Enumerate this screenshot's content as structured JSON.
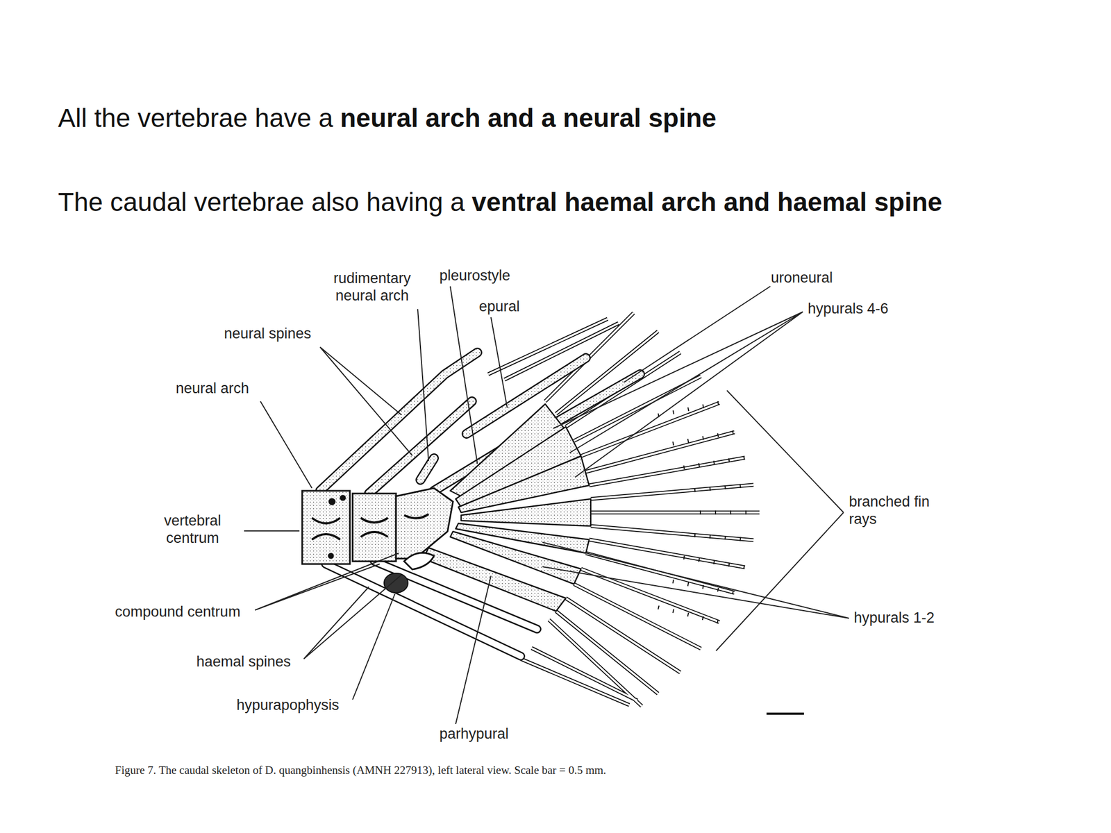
{
  "diagram": {
    "caption": "Figure 7. The caudal skeleton of D. quangbinhensis (AMNH 227913), left lateral view. Scale bar = 0.5 mm.",
    "labels": [
      "All the vertebrae have a",
      "neural arch and a neural spine",
      "The caudal vertebrae also having a",
      "ventral haemal arch and haemal spine",
      "pleurostyle",
      "uroneural",
      "rudimentary neural arch",
      "epural",
      "hypurals 4-6",
      "neural spines",
      "neural arch",
      "branched fin rays",
      "vertebral centrum",
      "compound centrum",
      "hypurals 1-2",
      "haemal spines",
      "hypurapophysis",
      "parhypural"
    ]
  }
}
